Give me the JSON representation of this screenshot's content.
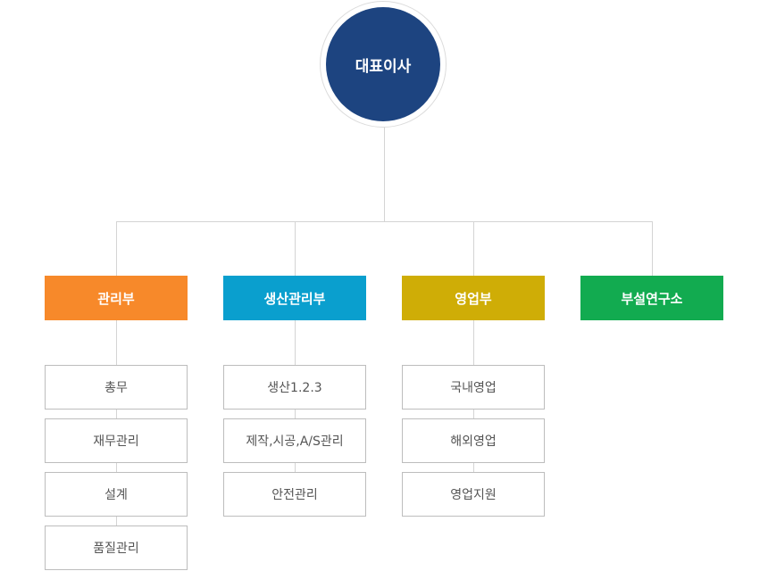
{
  "ceo": {
    "label": "대표이사",
    "color": "#1d4480"
  },
  "departments": [
    {
      "label": "관리부",
      "color": "#f7892a",
      "children": [
        "총무",
        "재무관리",
        "설계",
        "품질관리"
      ]
    },
    {
      "label": "생산관리부",
      "color": "#0a9fce",
      "children": [
        "생산1.2.3",
        "제작,시공,A/S관리",
        "안전관리"
      ]
    },
    {
      "label": "영업부",
      "color": "#cfad06",
      "children": [
        "국내영업",
        "해외영업",
        "영업지원"
      ]
    },
    {
      "label": "부설연구소",
      "color": "#12ab50",
      "children": []
    }
  ]
}
